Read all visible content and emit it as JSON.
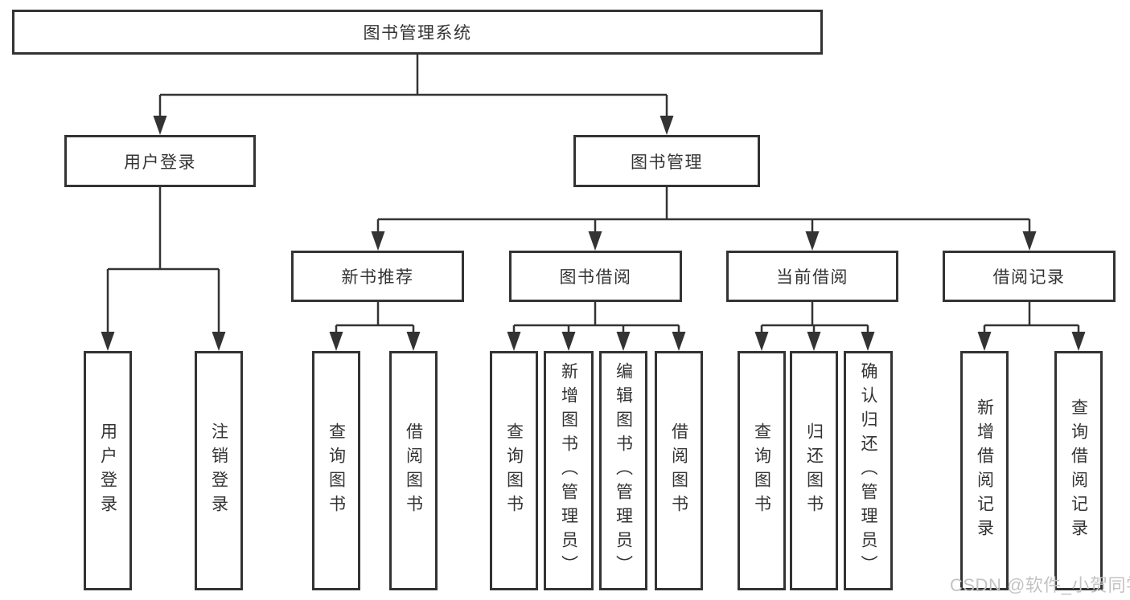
{
  "diagram": {
    "title": "图书管理系统",
    "branches": [
      {
        "label": "用户登录",
        "children": [
          {
            "label": "用户登录"
          },
          {
            "label": "注销登录"
          }
        ]
      },
      {
        "label": "图书管理",
        "children": [
          {
            "label": "新书推荐",
            "children": [
              {
                "label": "查询图书"
              },
              {
                "label": "借阅图书"
              }
            ]
          },
          {
            "label": "图书借阅",
            "children": [
              {
                "label": "查询图书"
              },
              {
                "label": "新增图书（管理员）"
              },
              {
                "label": "编辑图书（管理员）"
              },
              {
                "label": "借阅图书"
              }
            ]
          },
          {
            "label": "当前借阅",
            "children": [
              {
                "label": "查询图书"
              },
              {
                "label": "归还图书"
              },
              {
                "label": "确认归还（管理员）"
              }
            ]
          },
          {
            "label": "借阅记录",
            "children": [
              {
                "label": "新增借阅记录"
              },
              {
                "label": "查询借阅记录"
              }
            ]
          }
        ]
      }
    ]
  },
  "watermark": "CSDN @软件_小贺同学",
  "colors": {
    "line": "#333333",
    "text": "#333333",
    "background": "#ffffff",
    "watermark": "#c3c3c3"
  }
}
